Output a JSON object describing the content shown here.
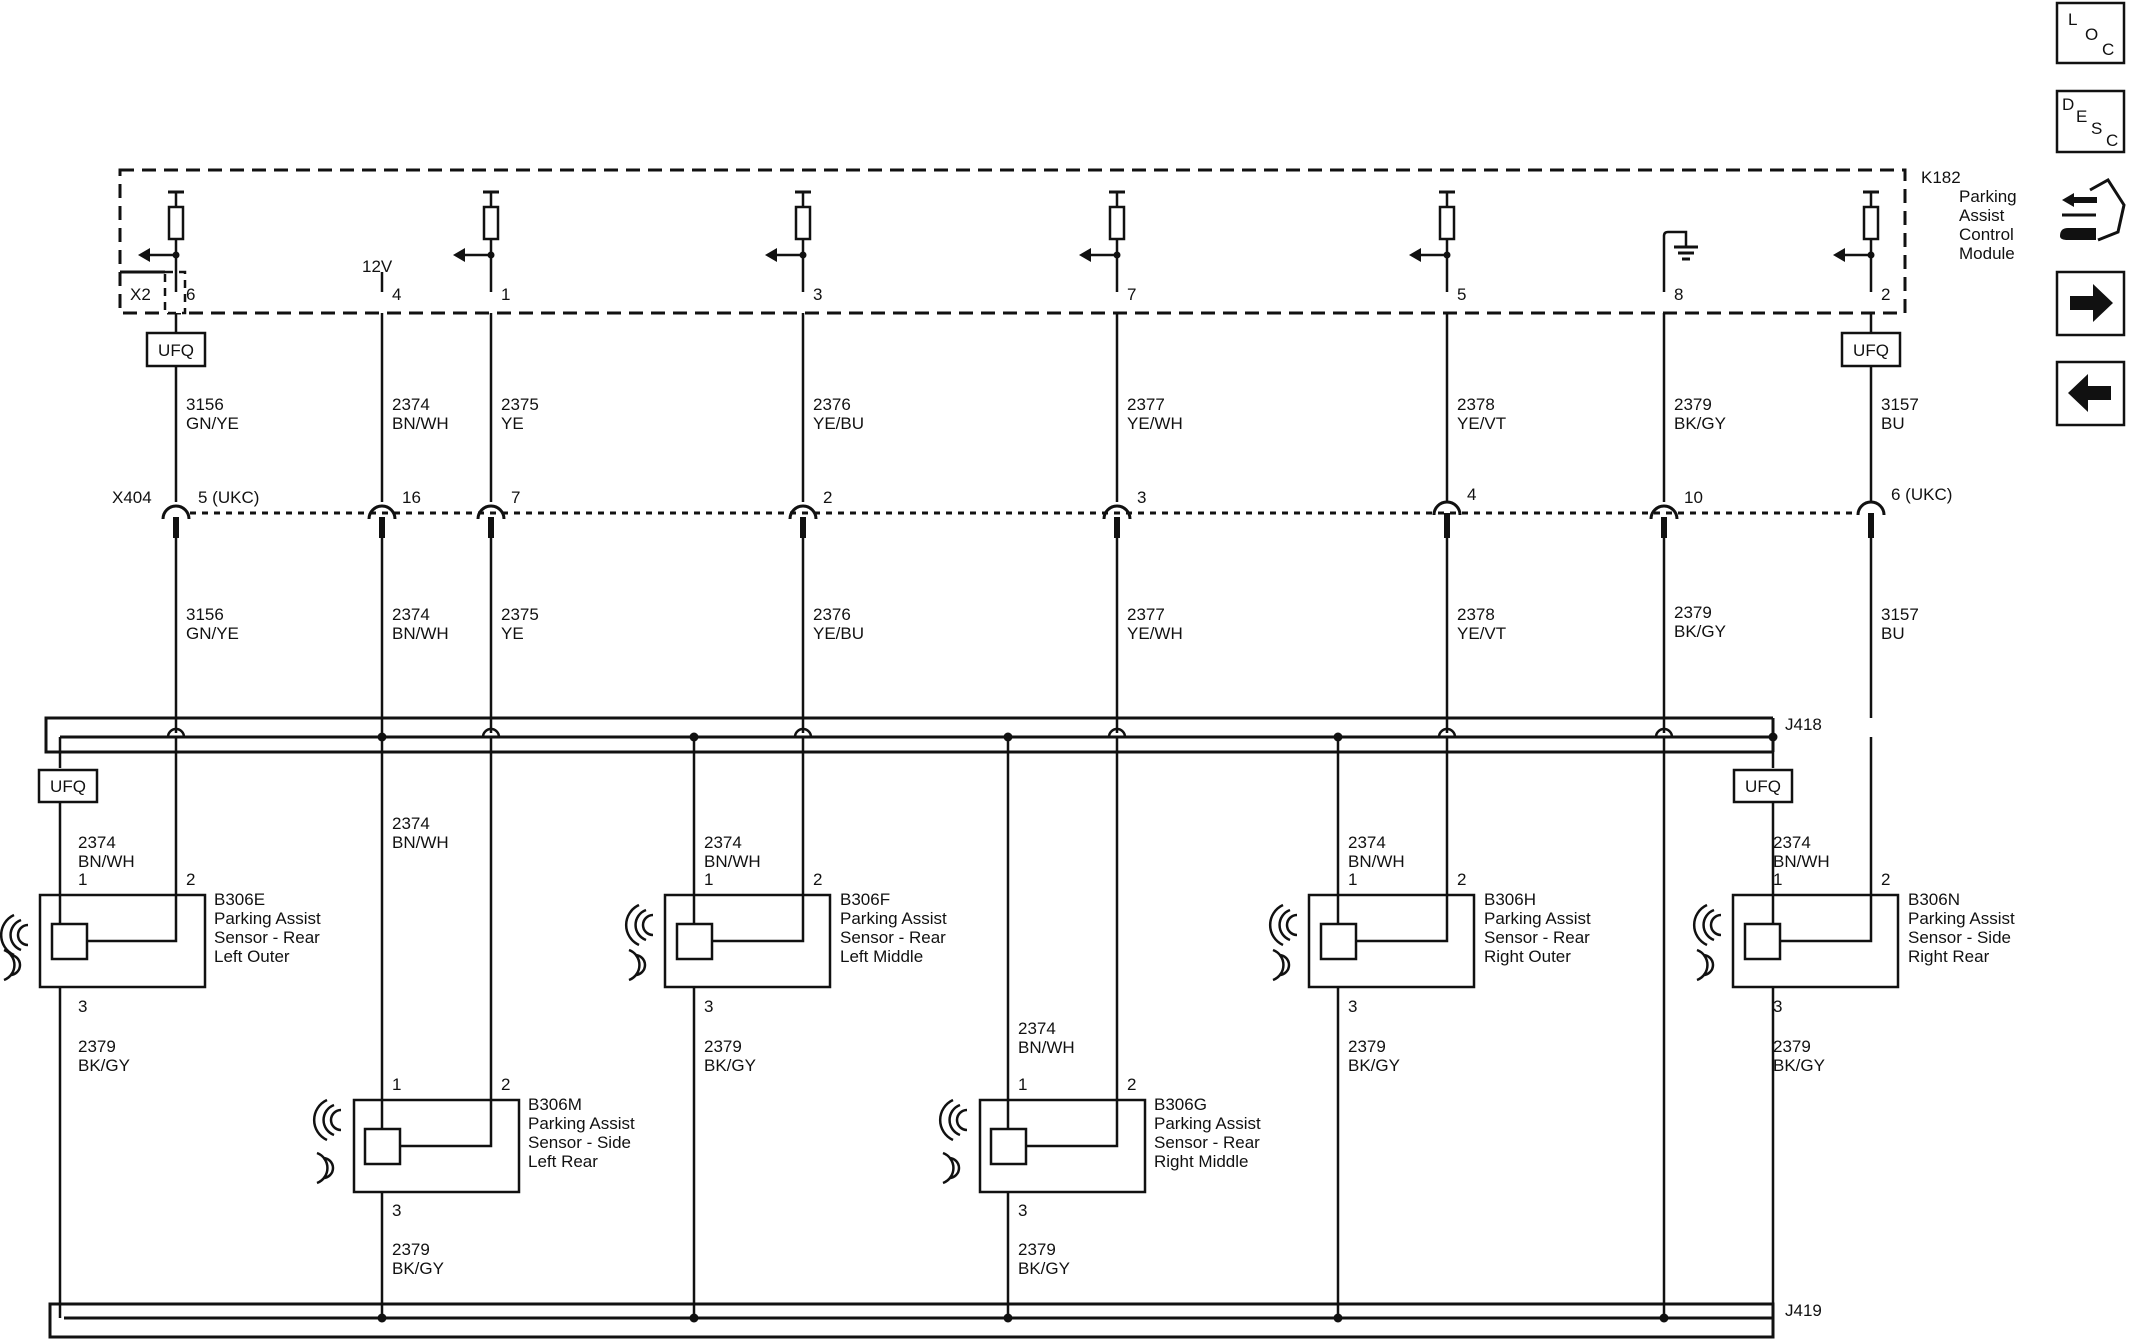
{
  "module": {
    "name": "K182",
    "desc": [
      "Parking",
      "Assist",
      "Control",
      "Module"
    ],
    "connector": "X2",
    "supply_label": "12V",
    "pins": [
      "6",
      "4",
      "1",
      "3",
      "7",
      "5",
      "8",
      "2"
    ]
  },
  "inline_connector": {
    "name": "X404",
    "pins": [
      "5 (UKC)",
      "16",
      "7",
      "2",
      "3",
      "4",
      "10",
      "6 (UKC)"
    ]
  },
  "circuits": [
    {
      "num": "3156",
      "color": "GN/YE"
    },
    {
      "num": "2374",
      "color": "BN/WH"
    },
    {
      "num": "2375",
      "color": "YE"
    },
    {
      "num": "2376",
      "color": "YE/BU"
    },
    {
      "num": "2377",
      "color": "YE/WH"
    },
    {
      "num": "2378",
      "color": "YE/VT"
    },
    {
      "num": "2379",
      "color": "BK/GY"
    },
    {
      "num": "3157",
      "color": "BU"
    }
  ],
  "splices": {
    "top": "J418",
    "bottom": "J419"
  },
  "ufq_label": "UFQ",
  "sensors": [
    {
      "id": "B306E",
      "desc": [
        "Parking Assist",
        "Sensor - Rear",
        "Left Outer"
      ],
      "pins": [
        "1",
        "2",
        "3"
      ],
      "in": {
        "num": "2374",
        "color": "BN/WH"
      },
      "out": {
        "num": "2379",
        "color": "BK/GY"
      }
    },
    {
      "id": "B306F",
      "desc": [
        "Parking Assist",
        "Sensor - Rear",
        "Left Middle"
      ],
      "pins": [
        "1",
        "2",
        "3"
      ],
      "in": {
        "num": "2374",
        "color": "BN/WH"
      },
      "out": {
        "num": "2379",
        "color": "BK/GY"
      }
    },
    {
      "id": "B306H",
      "desc": [
        "Parking Assist",
        "Sensor - Rear",
        "Right Outer"
      ],
      "pins": [
        "1",
        "2",
        "3"
      ],
      "in": {
        "num": "2374",
        "color": "BN/WH"
      },
      "out": {
        "num": "2379",
        "color": "BK/GY"
      }
    },
    {
      "id": "B306N",
      "desc": [
        "Parking Assist",
        "Sensor - Side",
        "Right Rear"
      ],
      "pins": [
        "1",
        "2",
        "3"
      ],
      "in": {
        "num": "2374",
        "color": "BN/WH"
      },
      "out": {
        "num": "2379",
        "color": "BK/GY"
      }
    },
    {
      "id": "B306M",
      "desc": [
        "Parking Assist",
        "Sensor - Side",
        "Left Rear"
      ],
      "pins": [
        "1",
        "2",
        "3"
      ],
      "in": {
        "num": "2374",
        "color": "BN/WH"
      },
      "out": {
        "num": "2379",
        "color": "BK/GY"
      }
    },
    {
      "id": "B306G",
      "desc": [
        "Parking Assist",
        "Sensor - Rear",
        "Right Middle"
      ],
      "pins": [
        "1",
        "2",
        "3"
      ],
      "in": {
        "num": "2374",
        "color": "BN/WH"
      },
      "out": {
        "num": "2379",
        "color": "BK/GY"
      }
    }
  ],
  "nav": {
    "loc": [
      "L",
      "O",
      "C"
    ],
    "desc": [
      "D",
      "E",
      "S",
      "C"
    ],
    "icons": [
      "connector-icon",
      "next-arrow-icon",
      "previous-arrow-icon"
    ]
  }
}
